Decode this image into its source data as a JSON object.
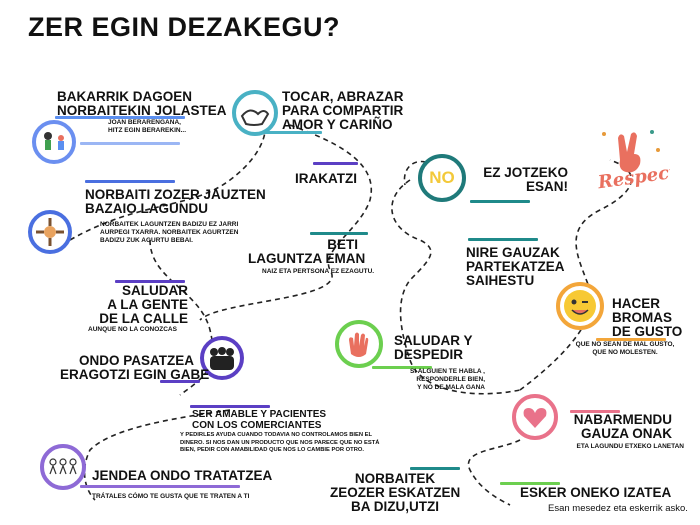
{
  "title": "ZER EGIN DEZAKEGU?",
  "colors": {
    "blue": "#5b8ff0",
    "indigo": "#5b3fc4",
    "teal": "#1f8a8a",
    "green": "#6ccf4f",
    "orange": "#f3a63a",
    "pink": "#e9728a"
  },
  "items": {
    "bakarrik": {
      "heading": "BAKARRIK DAGOEN\nNORBAITEKIN JOLASTEA",
      "sub": "JOAN BERARENGANA,\nHITZ EGIN BERAREKIN..."
    },
    "tocar": {
      "heading": "TOCAR, ABRAZAR\nPARA COMPARTIR\nAMOR Y CARIÑO"
    },
    "irakatzi": {
      "heading": "IRAKATZI"
    },
    "norbaiti": {
      "heading": "NORBAITI ZOZER JAUZTEN\nBAZAIO LAGUNDU",
      "sub": "NORBAITEK LAGUNTZEN BADIZU EZ JARRI\nAURPEGI TXARRA. NORBAITEK AGURTZEN\nBADIZU ZUK AGURTU BEBAI."
    },
    "beti": {
      "heading": "BETI\nLAGUNTZA EMAN",
      "sub": "NAIZ ETA PERTSONA EZ EZAGUTU."
    },
    "ez_jotzeko": {
      "heading": "EZ JOTZEKO\nESAN!",
      "icon_text": "NO"
    },
    "nire": {
      "heading": "NIRE GAUZAK\nPARTEKATZEA\nSAIHESTU"
    },
    "saludar_gente": {
      "heading": "SALUDAR\nA LA GENTE\nDE LA CALLE",
      "sub": "AUNQUE NO LA CONOZCAS"
    },
    "ondo_pasatzea": {
      "heading": "ONDO PASATZEA\nERAGOTZI EGIN GABE"
    },
    "saludar_despedir": {
      "heading": "SALUDAR Y\nDESPEDIR",
      "sub": "SI ALGUIEN TE HABLA ,\nRESPONDERLE BIEN,\nY NO DE MALA GANA"
    },
    "hacer_bromas": {
      "heading": "HACER\nBROMAS\nDE GUSTO",
      "sub": "QUE NO SEAN DE MAL GUSTO,\nQUE NO MOLESTEN."
    },
    "ser_amable": {
      "heading": "SER AMABLE Y PACIENTES\nCON LOS COMERCIANTES",
      "sub": "Y PEDIRLES AYUDA CUANDO TODAVIA NO CONTROLAMOS BIEN EL\nDINERO. SI NOS DAN UN PRODUCTO QUE NOS PARECE QUE NO ESTÁ\nBIEN, PEDIR CON AMABILIDAD QUE NOS LO CAMBIE POR OTRO."
    },
    "nabarmendu": {
      "heading": "NABARMENDU\nGAUZA ONAK",
      "sub": "ETA LAGUNDU ETXEKO LANETAN"
    },
    "jendea": {
      "heading": "JENDEA ONDO TRATATZEA",
      "sub": "TRÁTALES CÓMO TE GUSTA QUE TE TRATEN A TI"
    },
    "norbaitek": {
      "heading": "NORBAITEK\nZEOZER ESKATZEN\nBA DIZU,UTZI"
    },
    "esker": {
      "heading": "ESKER ONEKO IZATEA",
      "sub": "Esan mesedez eta eskerrik asko."
    }
  },
  "logo_text": "Respect"
}
